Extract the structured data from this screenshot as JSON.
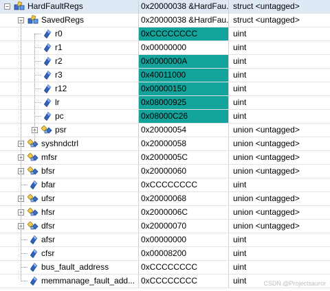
{
  "rows": [
    {
      "name": "HardFaultRegs",
      "value": "0x20000038 &HardFau...",
      "type": "struct <untagged>",
      "level": 0,
      "kind": "struct",
      "toggle": "−",
      "highlight": false
    },
    {
      "name": "SavedRegs",
      "value": "0x20000038 &HardFau...",
      "type": "struct <untagged>",
      "level": 1,
      "kind": "struct",
      "toggle": "−",
      "highlight": false
    },
    {
      "name": "r0",
      "value": "0xCCCCCCCC",
      "type": "uint",
      "level": 2,
      "kind": "var",
      "toggle": "",
      "highlight": true
    },
    {
      "name": "r1",
      "value": "0x00000000",
      "type": "uint",
      "level": 2,
      "kind": "var",
      "toggle": "",
      "highlight": false
    },
    {
      "name": "r2",
      "value": "0x0000000A",
      "type": "uint",
      "level": 2,
      "kind": "var",
      "toggle": "",
      "highlight": true
    },
    {
      "name": "r3",
      "value": "0x40011000",
      "type": "uint",
      "level": 2,
      "kind": "var",
      "toggle": "",
      "highlight": true
    },
    {
      "name": "r12",
      "value": "0x00000150",
      "type": "uint",
      "level": 2,
      "kind": "var",
      "toggle": "",
      "highlight": true
    },
    {
      "name": "lr",
      "value": "0x08000925",
      "type": "uint",
      "level": 2,
      "kind": "var",
      "toggle": "",
      "highlight": true
    },
    {
      "name": "pc",
      "value": "0x08000C26",
      "type": "uint",
      "level": 2,
      "kind": "var",
      "toggle": "",
      "highlight": true
    },
    {
      "name": "psr",
      "value": "0x20000054",
      "type": "union <untagged>",
      "level": 2,
      "kind": "union",
      "toggle": "+",
      "highlight": false
    },
    {
      "name": "syshndctrl",
      "value": "0x20000058",
      "type": "union <untagged>",
      "level": 1,
      "kind": "union",
      "toggle": "+",
      "highlight": false
    },
    {
      "name": "mfsr",
      "value": "0x2000005C",
      "type": "union <untagged>",
      "level": 1,
      "kind": "union",
      "toggle": "+",
      "highlight": false
    },
    {
      "name": "bfsr",
      "value": "0x20000060",
      "type": "union <untagged>",
      "level": 1,
      "kind": "union",
      "toggle": "+",
      "highlight": false
    },
    {
      "name": "bfar",
      "value": "0xCCCCCCCC",
      "type": "uint",
      "level": 1,
      "kind": "var",
      "toggle": "",
      "highlight": false
    },
    {
      "name": "ufsr",
      "value": "0x20000068",
      "type": "union <untagged>",
      "level": 1,
      "kind": "union",
      "toggle": "+",
      "highlight": false
    },
    {
      "name": "hfsr",
      "value": "0x2000006C",
      "type": "union <untagged>",
      "level": 1,
      "kind": "union",
      "toggle": "+",
      "highlight": false
    },
    {
      "name": "dfsr",
      "value": "0x20000070",
      "type": "union <untagged>",
      "level": 1,
      "kind": "union",
      "toggle": "+",
      "highlight": false
    },
    {
      "name": "afsr",
      "value": "0x00000000",
      "type": "uint",
      "level": 1,
      "kind": "var",
      "toggle": "",
      "highlight": false
    },
    {
      "name": "cfsr",
      "value": "0x00008200",
      "type": "uint",
      "level": 1,
      "kind": "var",
      "toggle": "",
      "highlight": false
    },
    {
      "name": "bus_fault_address",
      "value": "0xCCCCCCCC",
      "type": "uint",
      "level": 1,
      "kind": "var",
      "toggle": "",
      "highlight": false
    },
    {
      "name": "memmanage_fault_add...",
      "value": "0xCCCCCCCC",
      "type": "uint",
      "level": 1,
      "kind": "var",
      "toggle": "",
      "highlight": false
    }
  ],
  "colors": {
    "highlight": "#13a39a",
    "selected_row": "#dfe9f6"
  },
  "watermark": "CSDN @Projectsauror"
}
